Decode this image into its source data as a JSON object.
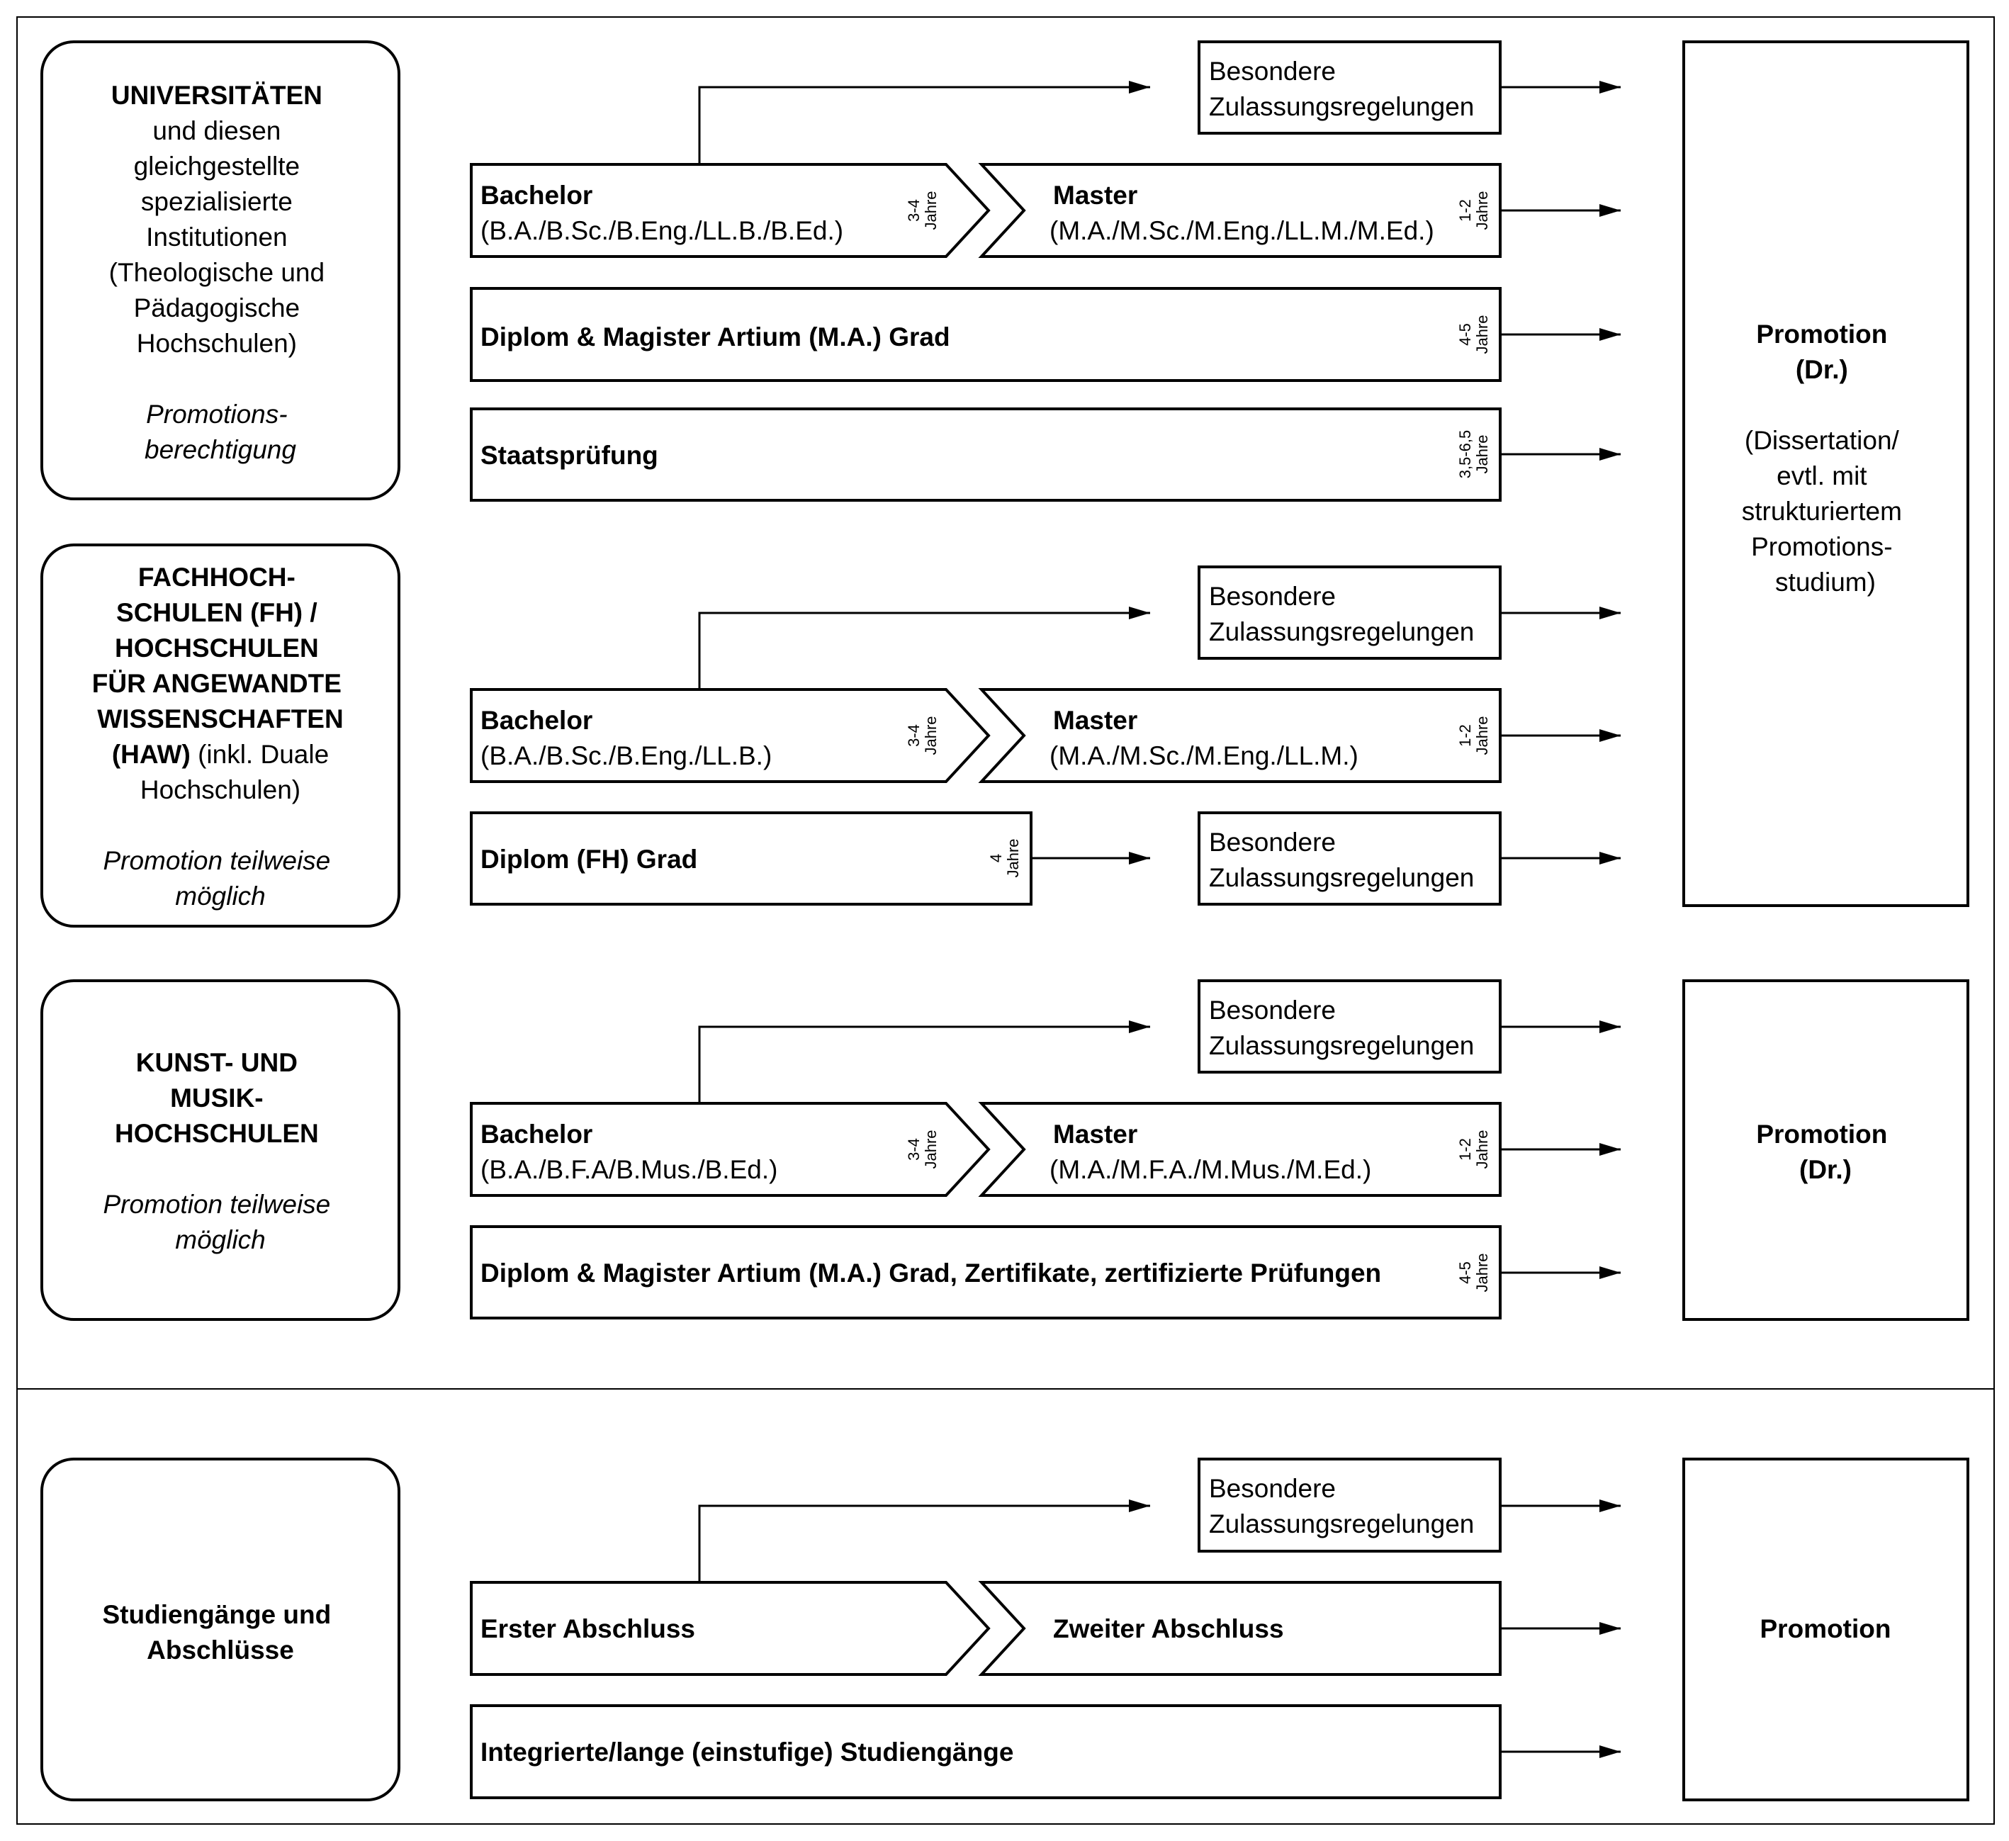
{
  "universities": {
    "institution": {
      "title": "UNIVERSITÄTEN",
      "description": [
        "und diesen",
        "gleichgestellte",
        "spezialisierte",
        "Institutionen",
        "(Theologische und",
        "Pädagogische",
        "Hochschulen)"
      ],
      "note": [
        "Promotions-",
        "berechtigung"
      ]
    },
    "special_admission": "Besondere Zulassungsregelungen",
    "bachelor": {
      "title": "Bachelor",
      "degrees": "(B.A./B.Sc./B.Eng./LL.B./B.Ed.)",
      "duration": "3-4",
      "unit": "Jahre"
    },
    "master": {
      "title": "Master",
      "degrees": "(M.A./M.Sc./M.Eng./LL.M./M.Ed.)",
      "duration": "1-2",
      "unit": "Jahre"
    },
    "diplom": {
      "label": "Diplom & Magister Artium (M.A.) Grad",
      "duration": "4-5",
      "unit": "Jahre"
    },
    "staatspruefung": {
      "label": "Staatsprüfung",
      "duration": "3,5-6,5",
      "unit": "Jahre"
    }
  },
  "fh": {
    "institution": {
      "title": [
        "FACHHOCH-",
        "SCHULEN (FH) /",
        "HOCHSCHULEN",
        "FÜR ANGEWANDTE",
        "WISSENSCHAFTEN"
      ],
      "title_bold_part": "(HAW)",
      "title_normal_part": "(inkl. Duale",
      "description": "Hochschulen)",
      "note": [
        "Promotion teilweise",
        "möglich"
      ]
    },
    "special_admission_1": "Besondere Zulassungsregelungen",
    "bachelor": {
      "title": "Bachelor",
      "degrees": "(B.A./B.Sc./B.Eng./LL.B.)",
      "duration": "3-4",
      "unit": "Jahre"
    },
    "master": {
      "title": "Master",
      "degrees": "(M.A./M.Sc./M.Eng./LL.M.)",
      "duration": "1-2",
      "unit": "Jahre"
    },
    "diplom": {
      "label": "Diplom (FH) Grad",
      "duration": "4",
      "unit": "Jahre"
    },
    "special_admission_2": "Besondere Zulassungsregelungen"
  },
  "promotion_main": {
    "title": "Promotion",
    "abbr": "(Dr.)",
    "details": [
      "(Dissertation/",
      "evtl. mit",
      "strukturiertem",
      "Promotions-",
      "studium)"
    ]
  },
  "arts": {
    "institution": {
      "title": [
        "KUNST- UND",
        "MUSIK-",
        "HOCHSCHULEN"
      ],
      "note": [
        "Promotion teilweise",
        "möglich"
      ]
    },
    "special_admission": "Besondere Zulassungsregelungen",
    "bachelor": {
      "title": "Bachelor",
      "degrees": "(B.A./B.F.A/B.Mus./B.Ed.)",
      "duration": "3-4",
      "unit": "Jahre"
    },
    "master": {
      "title": "Master",
      "degrees": "(M.A./M.F.A./M.Mus./M.Ed.)",
      "duration": "1-2",
      "unit": "Jahre"
    },
    "diplom": {
      "label": "Diplom & Magister Artium (M.A.) Grad, Zertifikate, zertifizierte Prüfungen",
      "duration": "4-5",
      "unit": "Jahre"
    },
    "promotion": {
      "title": "Promotion",
      "abbr": "(Dr.)"
    }
  },
  "legend": {
    "institution": [
      "Studiengänge und",
      "Abschlüsse"
    ],
    "special_admission": "Besondere Zulassungsregelungen",
    "first_degree": "Erster Abschluss",
    "second_degree": "Zweiter Abschluss",
    "integrated": "Integrierte/lange (einstufige) Studiengänge",
    "promotion": "Promotion"
  }
}
